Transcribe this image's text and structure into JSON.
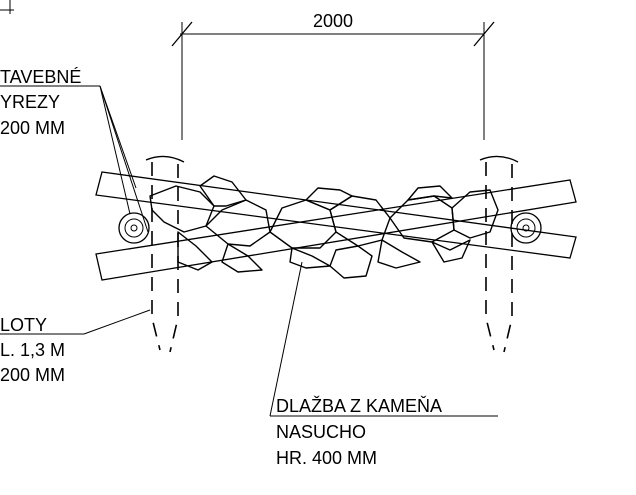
{
  "dimension": {
    "value": "2000"
  },
  "labels": {
    "beams": {
      "line1": "TAVEBNÉ",
      "line2": "YREZY",
      "line3": "200 MM"
    },
    "piles": {
      "line1": "LOTY",
      "line2": "L. 1,3 M",
      "line3": "200 MM"
    },
    "paving": {
      "line1": "DLAŽBA Z KAMEŇA",
      "line2": "NASUCHO",
      "line3": "HR. 400 MM"
    }
  },
  "colors": {
    "line": "#000000",
    "background": "#ffffff"
  }
}
